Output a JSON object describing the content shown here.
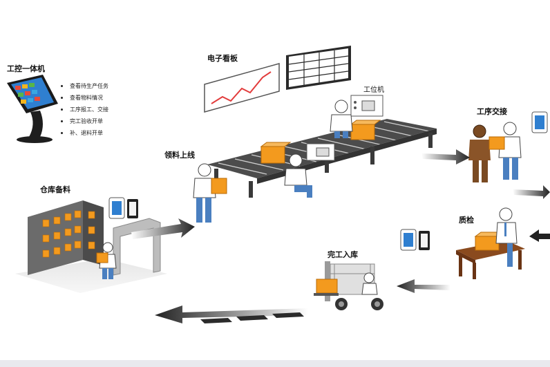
{
  "labels": {
    "console": "工控一体机",
    "board": "电子看板",
    "station": "工位机",
    "handover": "工序交接",
    "feeding": "领料上线",
    "warehouse": "仓库备料",
    "qc": "质检",
    "storage": "完工入库"
  },
  "console_tasks": [
    "查看待生产任务",
    "查看物料情况",
    "工序报工、交接",
    "完工验收开单",
    "补、退料开单"
  ],
  "colors": {
    "box_orange": "#f39a1e",
    "conveyor": "#5a5a5a",
    "shirt_blue": "#4a7fc0",
    "arrow": "#2b2b2b"
  }
}
